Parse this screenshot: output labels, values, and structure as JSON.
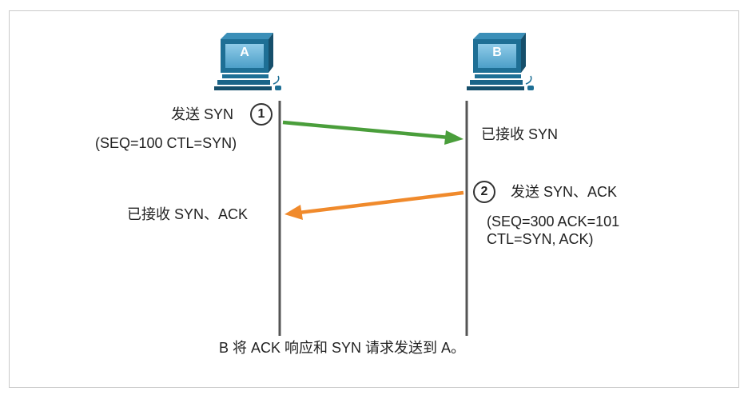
{
  "hosts": [
    {
      "label": "A"
    },
    {
      "label": "B"
    }
  ],
  "steps": [
    {
      "number": "1",
      "send_label": "发送 SYN",
      "detail_lines": [
        "(SEQ=100 CTL=SYN)"
      ],
      "received_label": "已接收 SYN"
    },
    {
      "number": "2",
      "send_label": "发送 SYN、ACK",
      "detail_lines": [
        "(SEQ=300 ACK=101",
        "CTL=SYN, ACK)"
      ],
      "received_label": "已接收 SYN、ACK"
    }
  ],
  "caption": "B 将 ACK 响应和 SYN 请求发送到 A。",
  "colors": {
    "arrow_syn": "#4a9e3b",
    "arrow_synack": "#f08a2c",
    "timeline": "#555555",
    "monitor": "#1f6e93",
    "screen": "#6fb6da"
  }
}
